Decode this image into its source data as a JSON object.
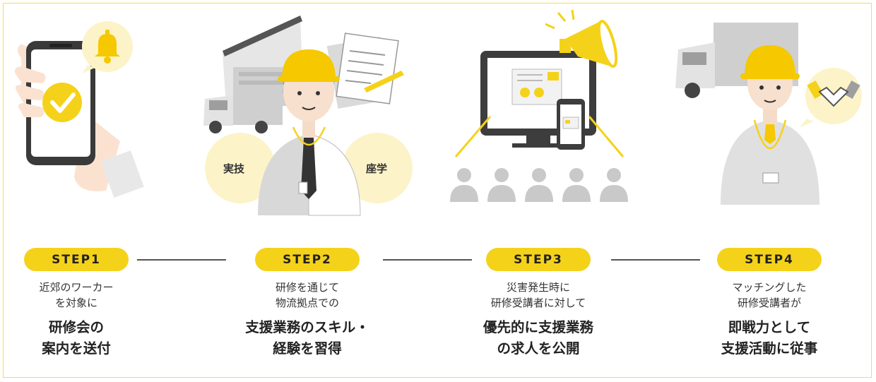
{
  "steps": [
    {
      "label": "STEP1",
      "sub_lines": [
        "近郊のワーカー",
        "を対象に"
      ],
      "main_lines": [
        "研修会の",
        "案内を送付"
      ]
    },
    {
      "label": "STEP2",
      "sub_lines": [
        "研修を通じて",
        "物流拠点での"
      ],
      "main_lines": [
        "支援業務のスキル・",
        "経験を習得"
      ]
    },
    {
      "label": "STEP3",
      "sub_lines": [
        "災害発生時に",
        "研修受講者に対して"
      ],
      "main_lines": [
        "優先的に支援業務",
        "の求人を公開"
      ]
    },
    {
      "label": "STEP4",
      "sub_lines": [
        "マッチングした",
        "研修受講者が"
      ],
      "main_lines": [
        "即戦力として",
        "支援活動に従事"
      ]
    }
  ],
  "illustrations": {
    "step2_left_bubble": "実技",
    "step2_right_bubble": "座学"
  },
  "icons": [
    "phone-icon",
    "hand-icon",
    "check-icon",
    "bell-icon",
    "warehouse-icon",
    "truck-icon",
    "worker-icon",
    "documents-icon",
    "pencil-icon",
    "monitor-icon",
    "smartphone-icon",
    "megaphone-icon",
    "person-icon",
    "handshake-icon"
  ],
  "colors": {
    "accent": "#f5d21a",
    "accent_light": "#fcf3c8",
    "frame": "#f4dd55",
    "gray": "#bdbdbd",
    "dark": "#3a3a3a"
  }
}
